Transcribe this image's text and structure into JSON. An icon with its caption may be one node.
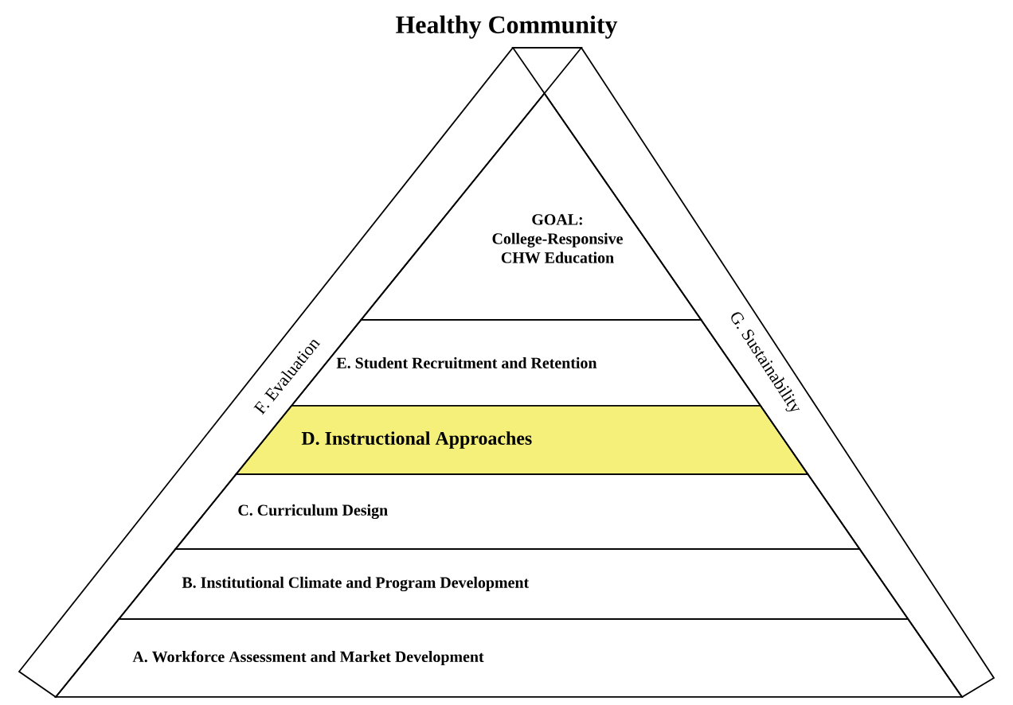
{
  "diagram": {
    "title": "Healthy Community",
    "nodes": [
      {
        "text": [
          "GOAL:",
          "College-Responsive CHW Education"
        ]
      },
      {
        "text": [
          "E. Student Recruitment and Retention"
        ]
      },
      {
        "text": [
          "D. Instructional Approaches"
        ]
      },
      {
        "text": [
          "C. Curriculum Design"
        ]
      },
      {
        "text": [
          "B. Institutional Climate and Program Development"
        ]
      },
      {
        "text": [
          "A. Workforce Assessment and Market Development"
        ]
      },
      {
        "text": [
          "F. Evaluation"
        ]
      },
      {
        "text": [
          "G. Sustainability"
        ]
      }
    ],
    "edges": []
  }
}
